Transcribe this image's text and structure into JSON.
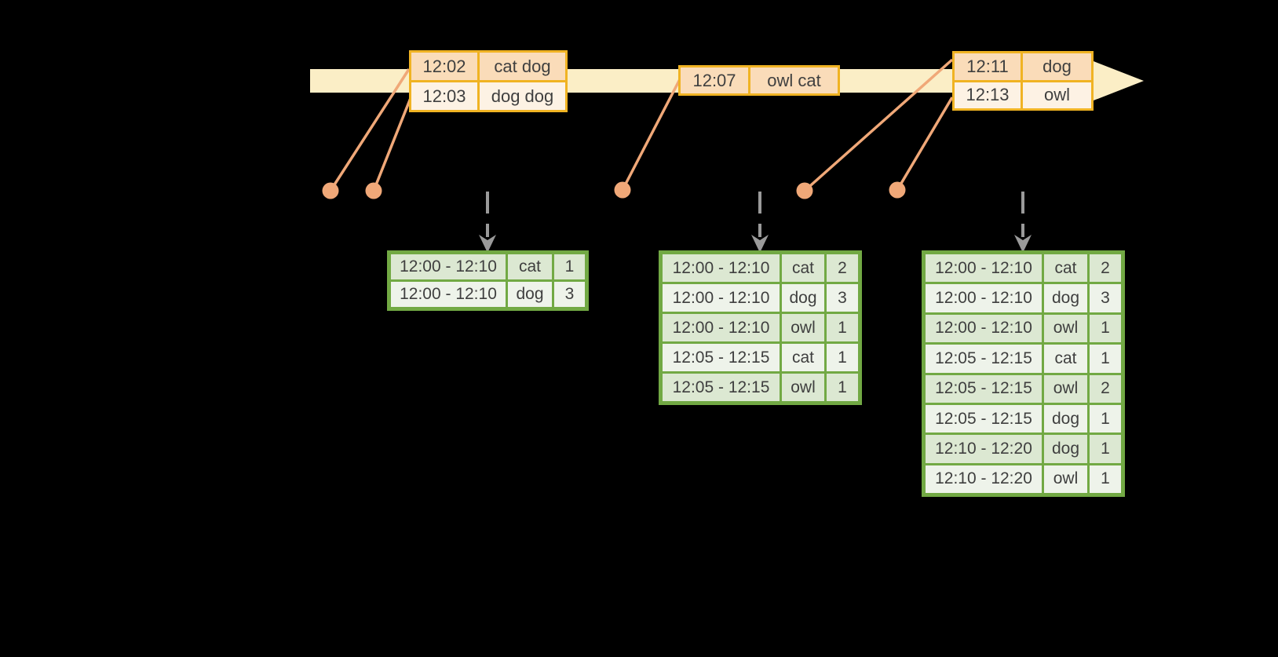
{
  "colors": {
    "background": "#000000",
    "timeline_fill": "#FBEEC6",
    "event_table_border": "#F0B323",
    "event_row_dark": "#FADCB9",
    "event_row_light": "#FDF2E4",
    "connector": "#F0A878",
    "trigger_arrow": "#9A9A9A",
    "result_table_border": "#72A944",
    "result_row_dark": "#DCE8D2",
    "result_row_light": "#EEF3EA",
    "cell_text": "#3F3F3F"
  },
  "event_tables": [
    {
      "rows": [
        {
          "time": "12:02",
          "words": "cat dog"
        },
        {
          "time": "12:03",
          "words": "dog dog"
        }
      ]
    },
    {
      "rows": [
        {
          "time": "12:07",
          "words": "owl cat"
        }
      ]
    },
    {
      "rows": [
        {
          "time": "12:11",
          "words": "dog"
        },
        {
          "time": "12:13",
          "words": "owl"
        }
      ]
    }
  ],
  "result_tables": [
    {
      "rows": [
        {
          "window": "12:00 - 12:10",
          "word": "cat",
          "count": "1"
        },
        {
          "window": "12:00 - 12:10",
          "word": "dog",
          "count": "3"
        }
      ]
    },
    {
      "rows": [
        {
          "window": "12:00 - 12:10",
          "word": "cat",
          "count": "2"
        },
        {
          "window": "12:00 - 12:10",
          "word": "dog",
          "count": "3"
        },
        {
          "window": "12:00 - 12:10",
          "word": "owl",
          "count": "1"
        },
        {
          "window": "12:05 - 12:15",
          "word": "cat",
          "count": "1"
        },
        {
          "window": "12:05 - 12:15",
          "word": "owl",
          "count": "1"
        }
      ]
    },
    {
      "rows": [
        {
          "window": "12:00 - 12:10",
          "word": "cat",
          "count": "2"
        },
        {
          "window": "12:00 - 12:10",
          "word": "dog",
          "count": "3"
        },
        {
          "window": "12:00 - 12:10",
          "word": "owl",
          "count": "1"
        },
        {
          "window": "12:05 - 12:15",
          "word": "cat",
          "count": "1"
        },
        {
          "window": "12:05 - 12:15",
          "word": "owl",
          "count": "2"
        },
        {
          "window": "12:05 - 12:15",
          "word": "dog",
          "count": "1"
        },
        {
          "window": "12:10 - 12:20",
          "word": "dog",
          "count": "1"
        },
        {
          "window": "12:10 - 12:20",
          "word": "owl",
          "count": "1"
        }
      ]
    }
  ]
}
